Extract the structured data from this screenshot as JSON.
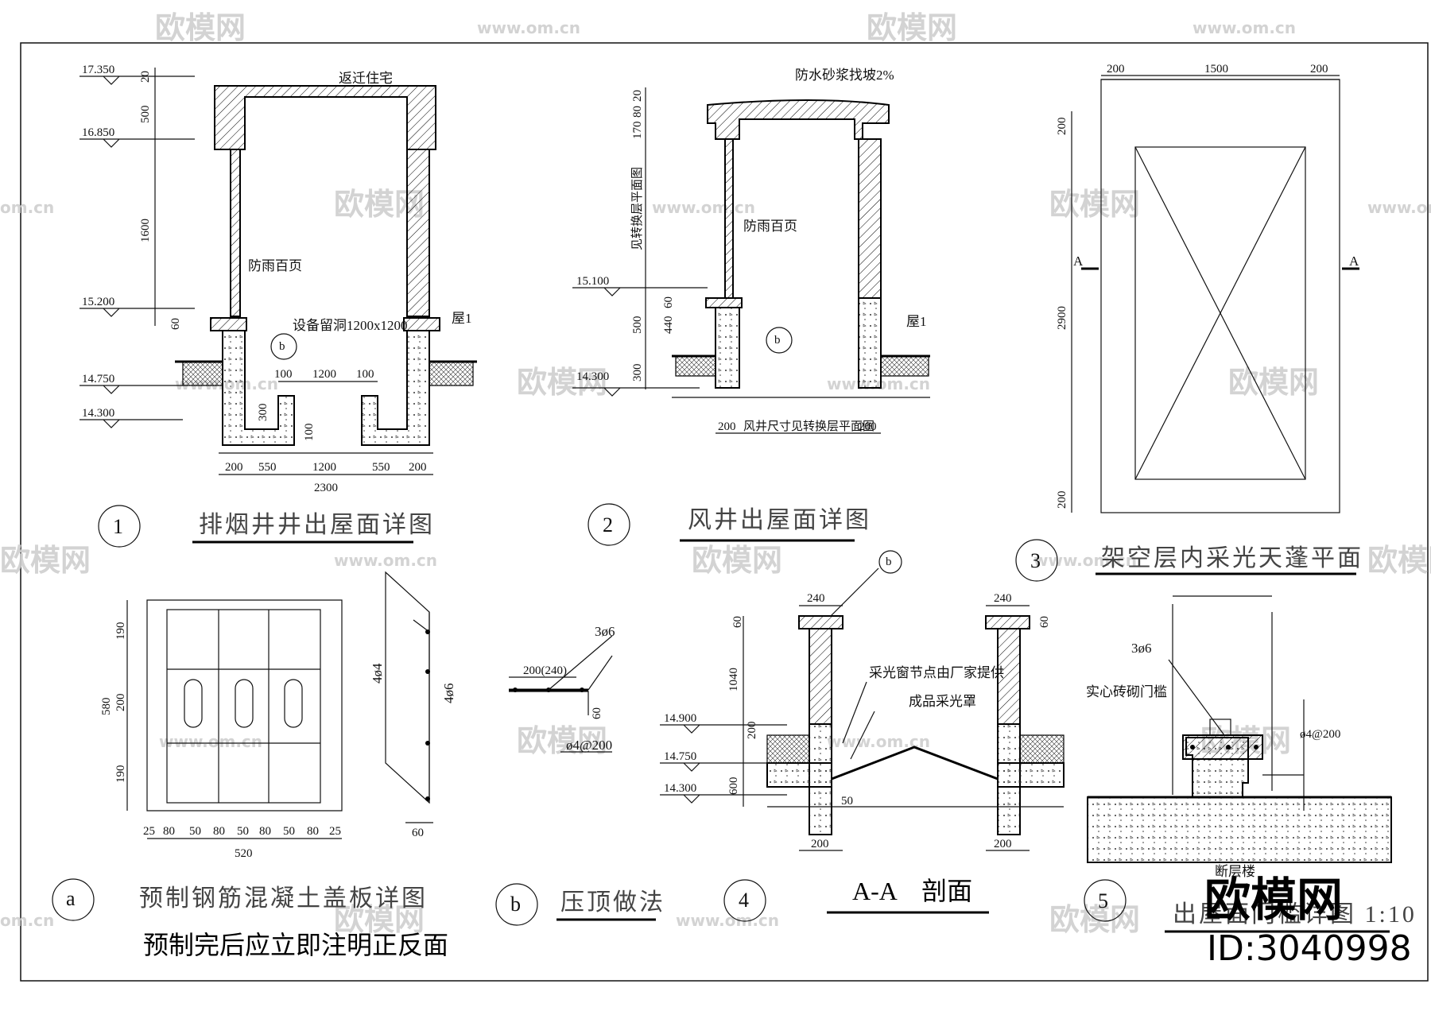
{
  "watermark": {
    "brand": "欧模网",
    "url": "www.om.cn",
    "url_short": "om.cn"
  },
  "brand_corner": {
    "name": "欧模网",
    "id": "ID:3040998"
  },
  "d1": {
    "num": "1",
    "title": "排烟井井出屋面详图",
    "top": "返迁住宅",
    "louver": "防雨百页",
    "opening": "设备留洞1200x1200",
    "roof": "屋1",
    "elev": [
      "17.350",
      "16.850",
      "15.200",
      "14.750",
      "14.300"
    ],
    "vdims": [
      "20",
      "500",
      "1600",
      "60",
      "300",
      "100"
    ],
    "hdims": [
      "100",
      "1200",
      "100",
      "200",
      "550",
      "1200",
      "550",
      "200",
      "2300"
    ],
    "ref": "b"
  },
  "d2": {
    "num": "2",
    "title": "风井出屋面详图",
    "top": "防水砂浆找坡2%",
    "louver": "防雨百页",
    "side": "见转换层平面图",
    "roof": "屋1",
    "note": "风井尺寸见转换层平面图",
    "elev": [
      "15.100",
      "14.300"
    ],
    "vdims": [
      "20",
      "80",
      "170",
      "60",
      "440",
      "500",
      "300"
    ],
    "hdims": [
      "200",
      "200"
    ],
    "ref": "b"
  },
  "d3": {
    "num": "3",
    "title": "架空层内采光天蓬平面",
    "sec": "A",
    "hdims": [
      "200",
      "1500",
      "200"
    ],
    "vdims": [
      "200",
      "2900",
      "200"
    ]
  },
  "da": {
    "num": "a",
    "title": "预制钢筋混凝土盖板详图",
    "note": "预制完后应立即注明正反面",
    "vdims": [
      "190",
      "200",
      "190",
      "580"
    ],
    "hdims": [
      "25",
      "80",
      "50",
      "80",
      "50",
      "80",
      "50",
      "80",
      "25",
      "520"
    ],
    "bars": [
      "4ø4",
      "4ø6",
      "60"
    ]
  },
  "db": {
    "num": "b",
    "title": "压顶做法",
    "dims": [
      "3ø6",
      "200(240)",
      "60",
      "ø4@200"
    ]
  },
  "d4": {
    "num": "4",
    "title": "A-A　剖面",
    "n1": "采光窗节点由厂家提供",
    "n2": "成品采光罩",
    "ref": "b",
    "elev": [
      "14.900",
      "14.750",
      "14.300"
    ],
    "vdims": [
      "60",
      "1040",
      "200",
      "600"
    ],
    "hdims": [
      "240",
      "240",
      "200",
      "200",
      "50",
      "60"
    ]
  },
  "d5": {
    "num": "5",
    "title": "出屋面门槛详图 1:10",
    "n1": "实心砖砌门槛",
    "n2": "3ø6",
    "n3": "ø4@200",
    "n4": "断层楼"
  }
}
